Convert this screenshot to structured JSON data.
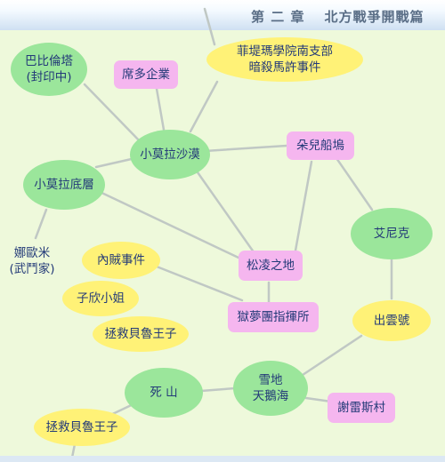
{
  "header": {
    "chapter": "第 二 章",
    "title": "北方戰爭開戰篇"
  },
  "nodes": {
    "babilunta_line1": "巴比倫塔",
    "babilunta_line2": "(封印中)",
    "ximduo": "席多企業",
    "assassination_line1": "菲堤瑪學院南支部",
    "assassination_line2": "暗殺馬許事件",
    "xiaomolashamo": "小莫拉沙漠",
    "duoer": "朵兒船塢",
    "xiaomoladiceng": "小莫拉底層",
    "aini": "艾尼克",
    "naoumi_line1": "娜歐米",
    "naoumi_line2": "(武鬥家)",
    "neizei": "內賊事件",
    "songling": "松凌之地",
    "zixin": "子欣小姐",
    "rescue1": "拯救貝魯王子",
    "yumeng": "獄夢團指揮所",
    "chuyun": "出雲號",
    "sishan": "死 山",
    "xuedi_line1": "雪地",
    "xuedi_line2": "天鵝海",
    "xieleisi": "謝雷斯村",
    "rescue2": "拯救貝魯王子"
  },
  "colors": {
    "green_node": "#9be69b",
    "yellow_node": "#fff277",
    "pink_node": "#f5b6ef",
    "edge": "#c0c8c4",
    "text": "#233a78"
  }
}
